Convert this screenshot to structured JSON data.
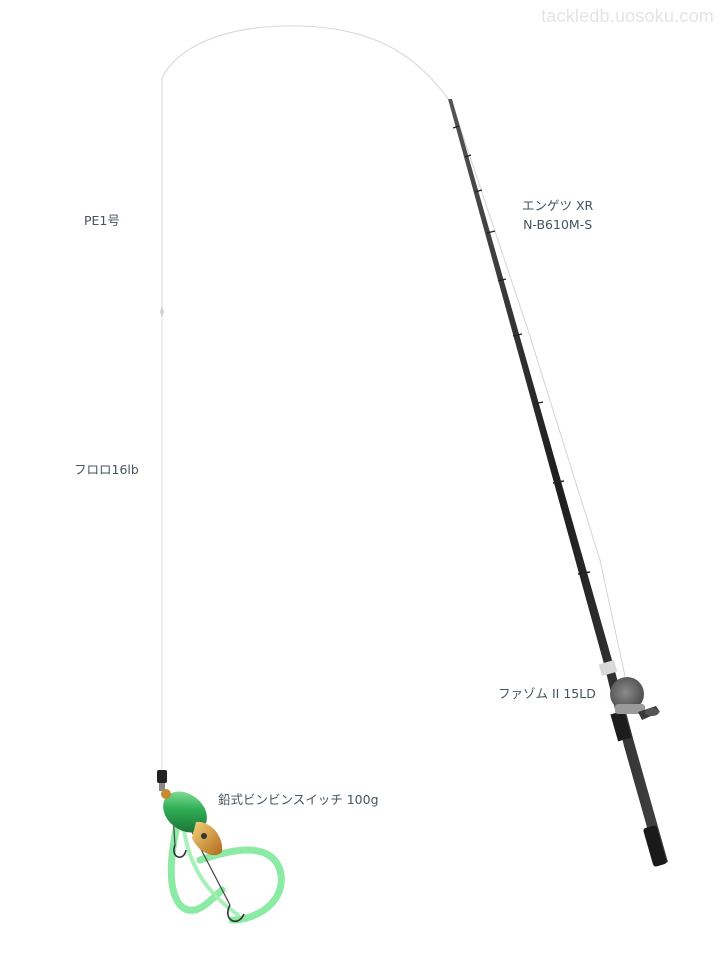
{
  "watermark": "tackledb.uosoku.com",
  "rod": {
    "name_line1": "エンゲツ XR",
    "name_line2": "N-B610M-S"
  },
  "main_line": {
    "label": "PE1号"
  },
  "leader": {
    "label": "フロロ16lb"
  },
  "reel": {
    "label": "ファゾム II 15LD"
  },
  "lure": {
    "label": "鉛式ビンビンスイッチ 100g"
  },
  "colors": {
    "line": "#d6d6d6",
    "rod_blank": "#2b2b2b",
    "reel_body": "#707070",
    "lure_body": "#34b85a",
    "lure_tie": "#7ee89a",
    "text": "#44555e"
  }
}
